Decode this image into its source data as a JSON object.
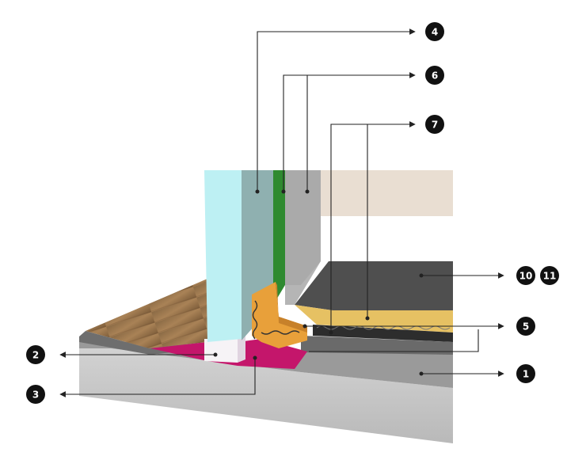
{
  "callouts": [
    {
      "id": "4",
      "label": "4"
    },
    {
      "id": "6",
      "label": "6"
    },
    {
      "id": "7",
      "label": "7"
    },
    {
      "id": "10",
      "label": "10"
    },
    {
      "id": "11",
      "label": "11"
    },
    {
      "id": "5",
      "label": "5"
    },
    {
      "id": "2",
      "label": "2"
    },
    {
      "id": "1",
      "label": "1"
    },
    {
      "id": "3",
      "label": "3"
    }
  ],
  "colors": {
    "concrete": "#c9c9c9",
    "concrete_side": "#bdbdbd",
    "screed": "#555555",
    "wall_panel": "#8fb1b1",
    "wall_face": "#bfeff2",
    "membrane_green": "#2f8a2f",
    "pink_membrane": "#c0186a",
    "orange_angle": "#e9a23a",
    "yellow_layer": "#e8c46a",
    "parquet": "#a07a4f",
    "ceiling": "#e8ddd0",
    "badge": "#111111"
  }
}
